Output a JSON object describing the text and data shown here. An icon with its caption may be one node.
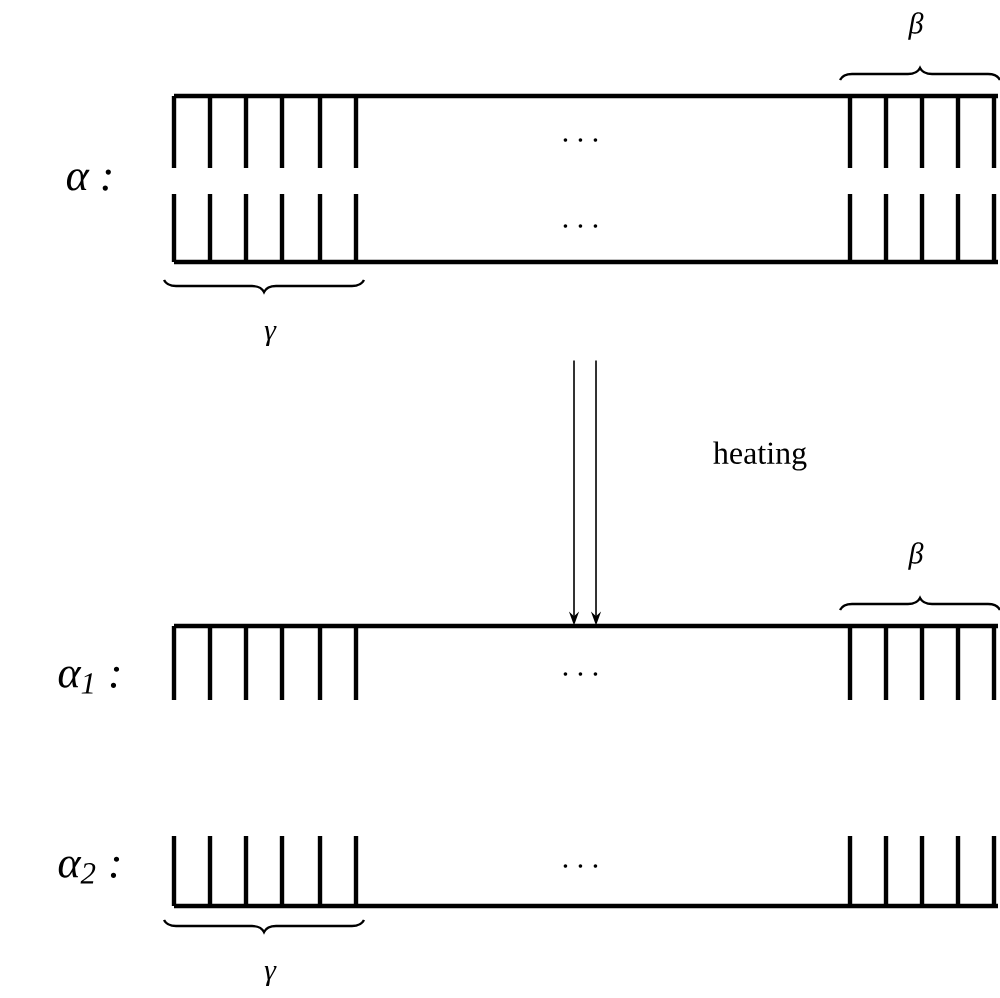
{
  "diagram": {
    "nodes": [
      {
        "text": [],
        "shape": "picture",
        "beside": [
          "α :"
        ]
      },
      {
        "text": [],
        "shape": "picture",
        "beside": [
          "α$_{1}$ :"
        ]
      },
      {
        "text": [],
        "shape": "picture",
        "beside": [
          "α$_{2}$ :"
        ]
      }
    ],
    "edges": [
      {
        "from": 0,
        "to": 1,
        "arrow": "to",
        "label": "heating"
      }
    ],
    "labels": [
      "β",
      "· · ·",
      "· · ·",
      "γ",
      "β",
      "· · ·",
      "γ",
      "· · ·"
    ]
  }
}
